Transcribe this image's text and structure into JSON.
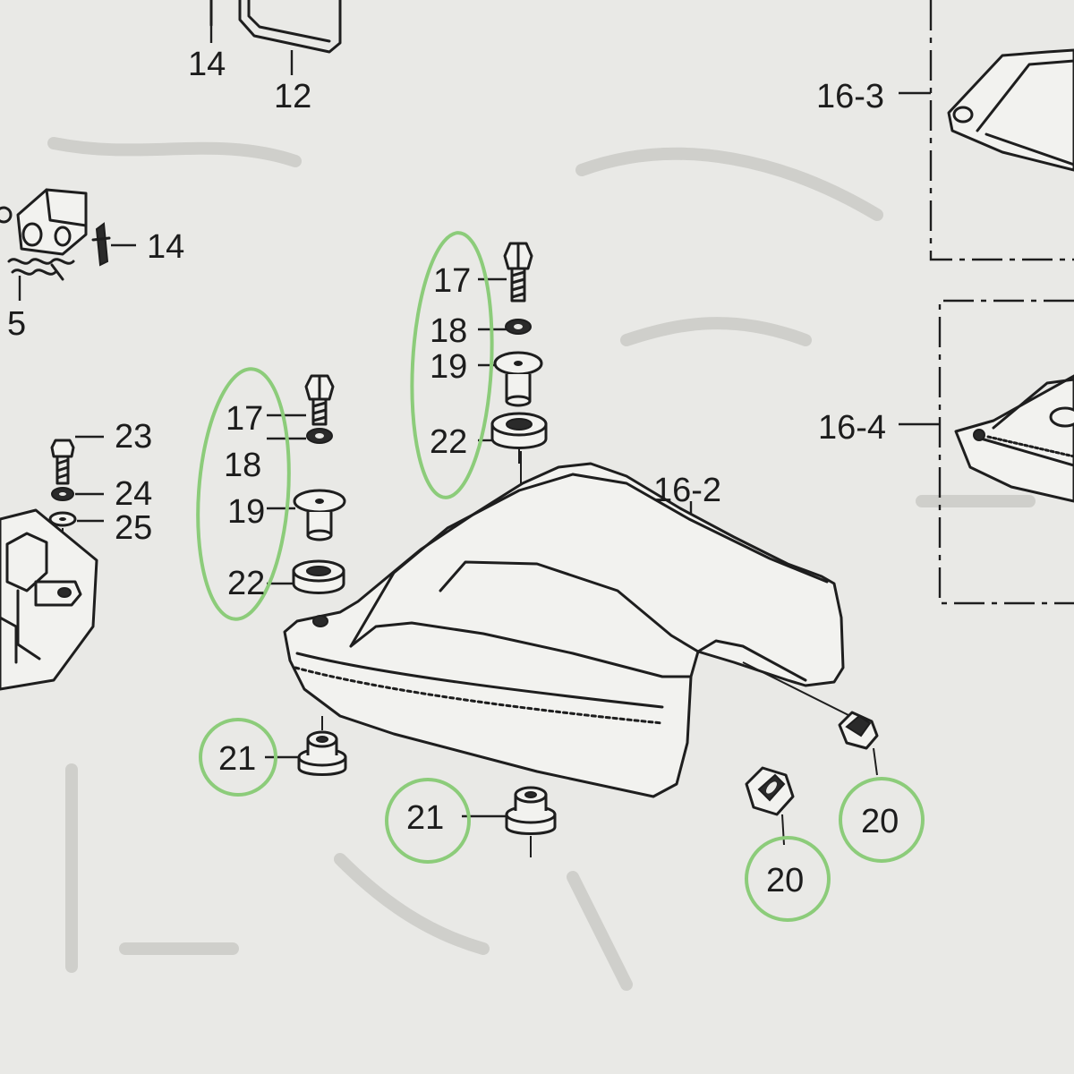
{
  "callouts": {
    "c14a": "14",
    "c12": "12",
    "c14b": "14",
    "c5": "5",
    "c16_3": "16-3",
    "c16_4": "16-4",
    "c16_2": "16-2",
    "c17a": "17",
    "c18a": "18",
    "c19a": "19",
    "c22a": "22",
    "c17b": "17",
    "c18b": "18",
    "c19b": "19",
    "c22b": "22",
    "c23": "23",
    "c24": "24",
    "c25": "25",
    "c21a": "21",
    "c21b": "21",
    "c20a": "20",
    "c20b": "20"
  },
  "colors": {
    "paper": "#e9e9e6",
    "ink": "#1e1e1e",
    "highlight": "#8ccc7a"
  }
}
